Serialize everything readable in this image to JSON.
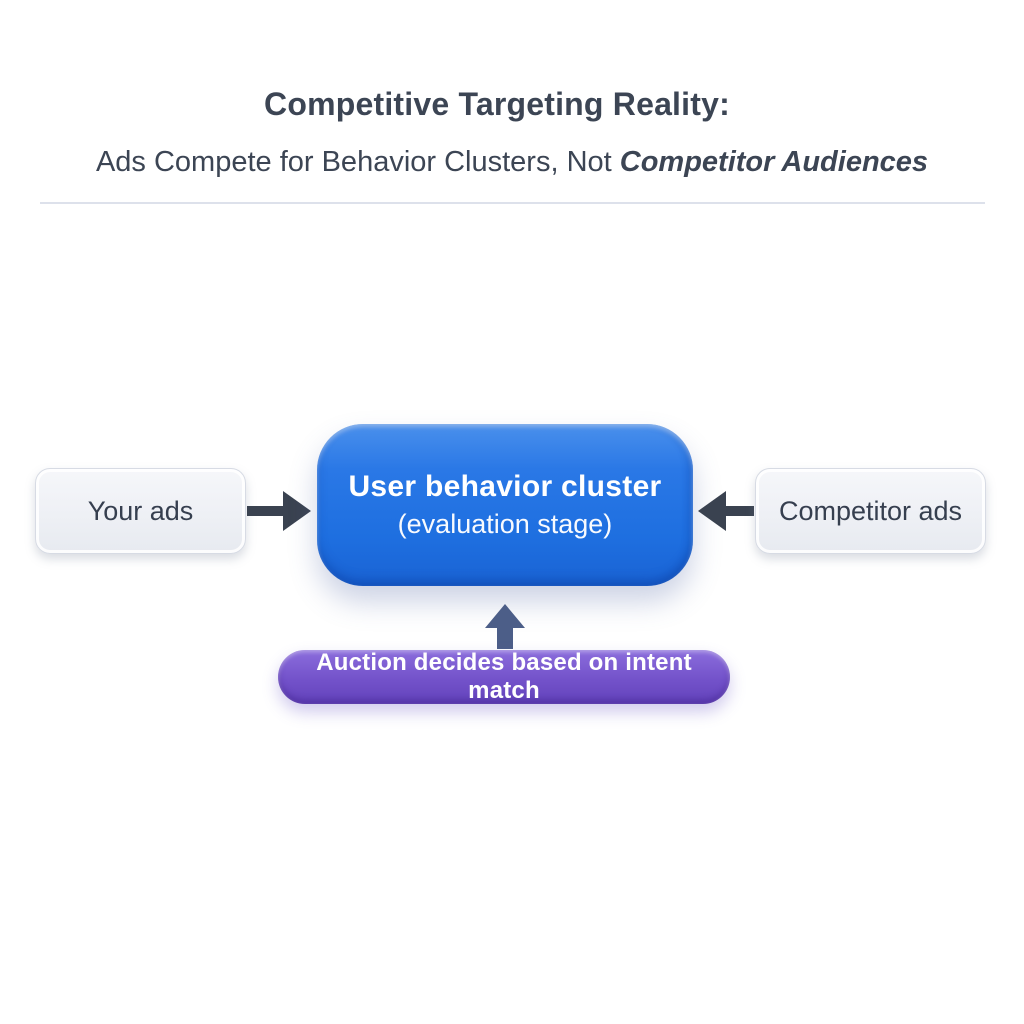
{
  "header": {
    "title": "Competitive Targeting Reality:",
    "subtitle_regular": "Ads Compete for Behavior Clusters, Not ",
    "subtitle_emphasis": "Competitor Audiences"
  },
  "diagram": {
    "left_box": {
      "label": "Your ads"
    },
    "center_box": {
      "title": "User behavior cluster",
      "subtitle": "(evaluation stage)"
    },
    "right_box": {
      "label": "Competitor ads"
    },
    "bottom_box": {
      "label": "Auction decides based on intent match"
    },
    "arrows": [
      {
        "name": "arrow-right-icon",
        "meaning": "your ads enter evaluation"
      },
      {
        "name": "arrow-left-icon",
        "meaning": "competitor ads enter evaluation"
      },
      {
        "name": "arrow-up-icon",
        "meaning": "auction feeds evaluation"
      }
    ]
  },
  "colors": {
    "title_text": "#3c4554",
    "divider": "#dde1eb",
    "side_box_bg": "#eef0f5",
    "side_box_border": "#d7dbe4",
    "center_box_blue": "#1e6fe0",
    "center_box_blue_light": "#4a90ec",
    "center_box_blue_dark": "#1557c2",
    "bottom_box_purple": "#7352ca",
    "bottom_box_purple_light": "#8b6ddc",
    "bottom_box_purple_dark": "#5d3db3",
    "arrow_dark": "#3a4250",
    "arrow_up_blue": "#4c5e88",
    "box_text": "#363f4f"
  }
}
